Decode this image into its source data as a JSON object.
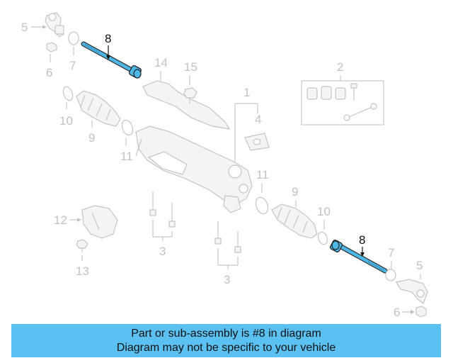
{
  "callouts": {
    "c1": "1",
    "c2": "2",
    "c3a": "3",
    "c3b": "3",
    "c4": "4",
    "c5a": "5",
    "c5b": "5",
    "c6a": "6",
    "c6b": "6",
    "c7a": "7",
    "c7b": "7",
    "c8a": "8",
    "c8b": "8",
    "c9a": "9",
    "c9b": "9",
    "c10a": "10",
    "c10b": "10",
    "c11a": "11",
    "c11b": "11",
    "c12": "12",
    "c13": "13",
    "c14": "14",
    "c15": "15"
  },
  "colors": {
    "highlight_part": "#4db8e8",
    "banner": "#5bc0f2",
    "faded": "#c4c4c4"
  },
  "banner": {
    "line1": "Part or sub-assembly is #8 in diagram",
    "line2": "Diagram may not be specific to your vehicle"
  }
}
